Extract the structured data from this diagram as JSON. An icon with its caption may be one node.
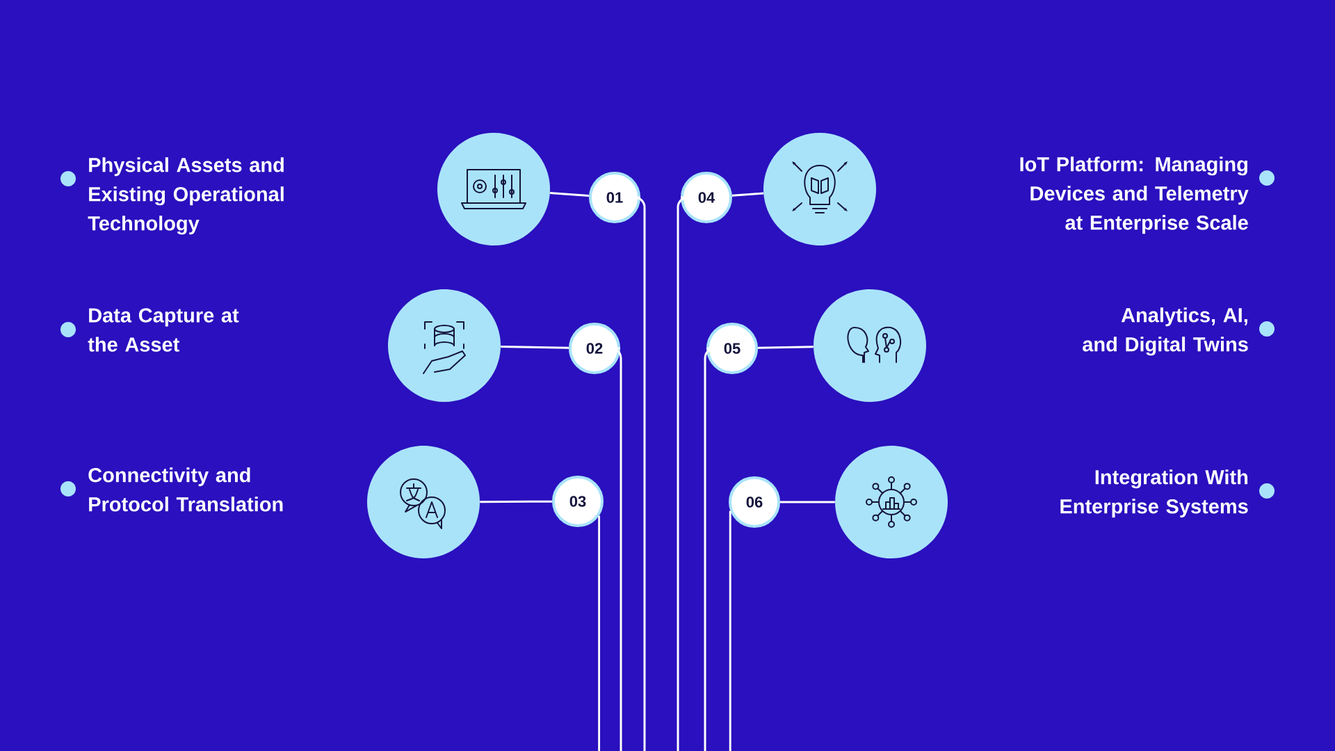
{
  "diagram": {
    "nodes": [
      {
        "text": [],
        "shape": "circle"
      },
      {
        "text": [
          "01"
        ]
      },
      {
        "text": [],
        "shape": "circle"
      },
      {
        "text": [
          "02"
        ]
      },
      {
        "text": [],
        "shape": "circle"
      },
      {
        "text": [
          "03"
        ]
      },
      {
        "text": [],
        "shape": "circle"
      },
      {
        "text": [
          "04"
        ]
      },
      {
        "text": [],
        "shape": "circle"
      },
      {
        "text": [
          "05"
        ]
      },
      {
        "text": [],
        "shape": "circle"
      },
      {
        "text": [
          "06"
        ]
      }
    ],
    "edges": [
      {
        "from": 0,
        "to": 1,
        "arrow": "none"
      },
      {
        "from": 1,
        "to": null,
        "arrow": "none"
      },
      {
        "from": 2,
        "to": 3,
        "arrow": "none"
      },
      {
        "from": 3,
        "to": null,
        "arrow": "none"
      },
      {
        "from": 4,
        "to": 5,
        "arrow": "none"
      },
      {
        "from": 5,
        "to": null,
        "arrow": "none"
      },
      {
        "from": 6,
        "to": 7,
        "arrow": "none"
      },
      {
        "from": 7,
        "to": null,
        "arrow": "none"
      },
      {
        "from": 8,
        "to": 9,
        "arrow": "none"
      },
      {
        "from": 9,
        "to": null,
        "arrow": "none"
      },
      {
        "from": 10,
        "to": 11,
        "arrow": "none"
      },
      {
        "from": 11,
        "to": null,
        "arrow": "none"
      }
    ],
    "labels": [
      "Physical Assets and Existing Operational Technology",
      "IoT Platform: Managing Devices and Telemetry at Enterprise Scale",
      "Data Capture at the Asset",
      "Analytics, AI, and Digital Twins",
      "Connectivity and Protocol Translation",
      "Integration With Enterprise Systems"
    ]
  }
}
